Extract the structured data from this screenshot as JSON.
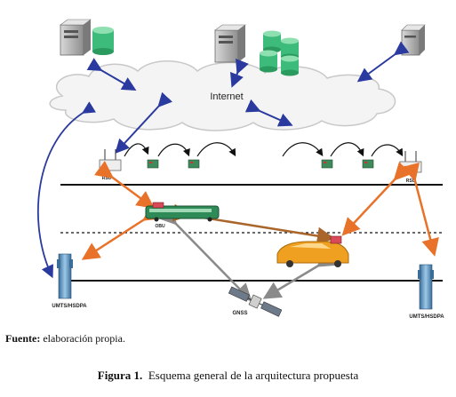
{
  "diagram": {
    "cloud_label": "Internet",
    "rsu_left_label": "RSU",
    "rsu_right_label": "RSU",
    "obu_label": "OBU",
    "tower_left_label": "UMTS/HSDPA",
    "tower_right_label": "UMTS/HSDPA",
    "gnss_label": "GNSS",
    "colors": {
      "wireless_link": "#2b3a9e",
      "vehicle_link": "#e8722a",
      "gnss_link": "#8a8a8a",
      "v2v_link": "#a9652a",
      "bus": "#2e8b57",
      "car": "#f0a020",
      "database": "#3dbb7a"
    },
    "icons": [
      "server-icon",
      "database-icon",
      "router-icon",
      "sensor-node-icon",
      "bus-icon",
      "car-icon",
      "tower-icon",
      "satellite-icon"
    ]
  },
  "caption": {
    "source_bold": "Fuente:",
    "source_text": " elaboración propia.",
    "figure_bold": "Figura 1.",
    "figure_text": "  Esquema general de la arquitectura propuesta"
  }
}
